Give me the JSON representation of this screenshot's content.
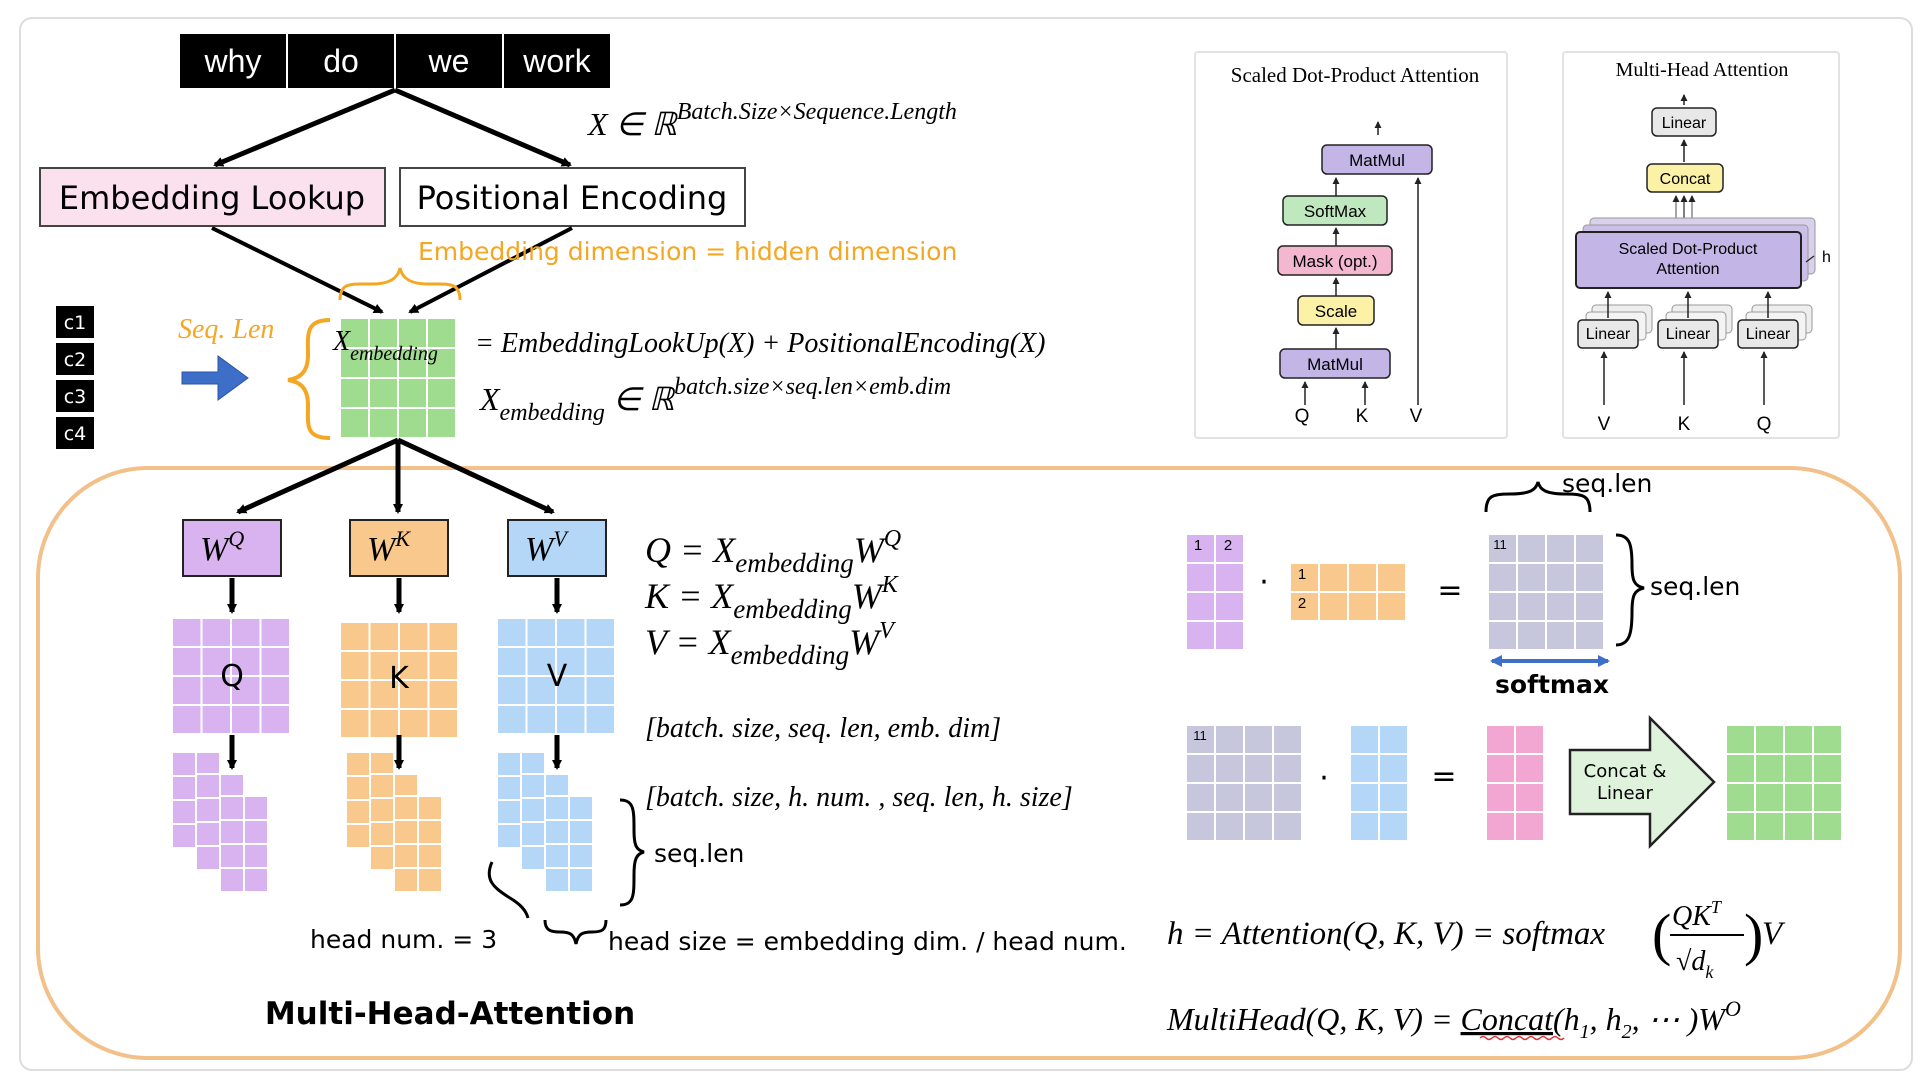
{
  "tokens": [
    "why",
    "do",
    "we",
    "work"
  ],
  "x_formula": {
    "base": "X ∈ ℝ",
    "sup": "Batch.Size×Sequence.Length"
  },
  "embedding_lookup": "Embedding Lookup",
  "positional_encoding": "Positional Encoding",
  "embedding_dim_note": "Embedding dimension = hidden dimension",
  "seq_len_label": "Seq. Len",
  "char_labels": [
    "c1",
    "c2",
    "c3",
    "c4"
  ],
  "x_emb_label": {
    "base": "X",
    "sub": "embedding"
  },
  "emb_eq": "= EmbeddingLookUp(X) + PositionalEncoding(X)",
  "emb_shape": {
    "base": "X",
    "sub": "embedding",
    "mid": " ∈ ℝ",
    "sup": "batch.size×seq.len×emb.dim"
  },
  "weights": [
    {
      "base": "W",
      "sup": "Q"
    },
    {
      "base": "W",
      "sup": "K"
    },
    {
      "base": "W",
      "sup": "V"
    }
  ],
  "qkv_labels": [
    "Q",
    "K",
    "V"
  ],
  "qkv_eqs": [
    {
      "lhs": "Q = X",
      "sub": "embedding",
      "w": "W",
      "sup": "Q"
    },
    {
      "lhs": "K = X",
      "sub": "embedding",
      "w": "W",
      "sup": "K"
    },
    {
      "lhs": "V = X",
      "sub": "embedding",
      "w": "W",
      "sup": "V"
    }
  ],
  "shape1": "[batch. size, seq. len, emb. dim]",
  "shape2": "[batch. size, h. num. , seq. len, h. size]",
  "seq_len_small": "seq.len",
  "head_num": "head num. = 3",
  "head_size": "head size = embedding dim. /  head num.",
  "mha_title": "Multi-Head-Attention",
  "sdpa": {
    "title": "Scaled Dot-Product Attention",
    "blocks": [
      "MatMul",
      "SoftMax",
      "Mask (opt.)",
      "Scale",
      "MatMul"
    ],
    "inputs": [
      "Q",
      "K",
      "V"
    ]
  },
  "mha_panel": {
    "title": "Multi-Head Attention",
    "linear_top": "Linear",
    "concat": "Concat",
    "sdpa_block": [
      "Scaled Dot-Product",
      "Attention"
    ],
    "h_label": "h",
    "linears": [
      "Linear",
      "Linear",
      "Linear"
    ],
    "inputs": [
      "V",
      "K",
      "Q"
    ]
  },
  "matrix_labels": {
    "q_cols": [
      "1",
      "2"
    ],
    "k_rows": [
      "1",
      "2"
    ],
    "score_cell": "11",
    "score2_cell": "11"
  },
  "dot": "·",
  "equals": "=",
  "seq_len_top": "seq.len",
  "seq_len_right": "seq.len",
  "softmax_label": "softmax",
  "concat_linear": [
    "Concat &",
    "Linear"
  ],
  "attn_formula": {
    "lhs": "h = Attention(Q, K, V) = softmax",
    "num": "QK",
    "num_sup": "T",
    "den": "√d",
    "den_sub": "k",
    "rhs": "V"
  },
  "multihead_formula": {
    "lhs": "MultiHead(Q, K, V) = ",
    "concat": "Concat",
    "args": "(h",
    "rest": ", ⋯ )W",
    "sup": "O"
  },
  "colors": {
    "purple": "#d9b3f0",
    "purple_border": "#c98fe6",
    "orange": "#f8c88c",
    "orange_border": "#f2b26a",
    "blue": "#b4d7f7",
    "blue_border": "#8fc1ef",
    "green": "#9fdc8f",
    "green_border": "#7fcf6f",
    "pink": "#f2a7d3",
    "lavender": "#c6c6dc",
    "gold": "#f5a623",
    "accent_blue": "#3d6fc9"
  }
}
